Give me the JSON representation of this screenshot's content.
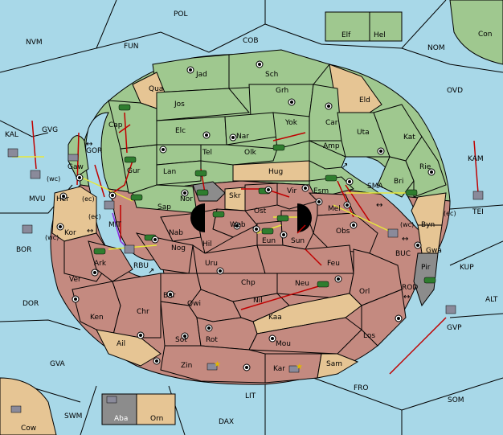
{
  "board": {
    "outer_sea_color": "#a8d8e8",
    "player_colors": {
      "green": "#9fc88f",
      "red": "#c48a80",
      "neutral": "#e6c594",
      "impassable": "#8c8c8c"
    },
    "labels": {
      "POL": "POL",
      "COB": "COB",
      "NVM": "NVM",
      "FUN": "FUN",
      "NOM": "NOM",
      "OVD": "OVD",
      "Con": "Con",
      "Elf": "Elf",
      "Hel": "Hel",
      "KAL": "KAL",
      "GVG": "GVG",
      "GOR": "GOR",
      "Gaw": "Gaw",
      "MVU": "MVU",
      "wc1": "(wc)",
      "ec1": "(ec)",
      "Her": "Her",
      "Kor": "Kor",
      "wc2": "(wc)",
      "BOR": "BOR",
      "MIT": "MIT",
      "ec2": "(ec)",
      "Ark": "Ark",
      "RBU": "RBU",
      "Ver": "Ver",
      "DOR": "DOR",
      "Ken": "Ken",
      "Chr": "Chr",
      "Ail": "Ail",
      "GVA": "GVA",
      "SWM": "SWM",
      "Aba": "Aba",
      "Orn": "Orn",
      "Cow": "Cow",
      "DAX": "DAX",
      "LIT": "LIT",
      "FRO": "FRO",
      "SOM": "SOM",
      "GVP": "GVP",
      "ALT": "ALT",
      "KUP": "KUP",
      "ROD": "ROD",
      "Pir": "Pir",
      "Gwa": "Gwa",
      "BUC": "BUC",
      "wc3": "(wc)",
      "ec3": "(ec)",
      "Byn": "Byn",
      "TEI": "TEI",
      "KAM": "KAM",
      "Rie": "Rie",
      "Bri": "Bri",
      "SMA": "SMA",
      "Esm": "Esm",
      "Mel": "Mel",
      "Obs": "Obs",
      "Kat": "Kat",
      "Uta": "Uta",
      "Eld": "Eld",
      "Car": "Car",
      "Amp": "Amp",
      "Yok": "Yok",
      "Grh": "Grh",
      "Sch": "Sch",
      "Jad": "Jad",
      "Qua": "Qua",
      "Jos": "Jos",
      "Elc": "Elc",
      "Nar": "Nar",
      "Olk": "Olk",
      "Tel": "Tel",
      "Cap": "Cap",
      "Gur": "Gur",
      "Lan": "Lan",
      "Hug": "Hug",
      "Sap": "Sap",
      "Nor": "Nor",
      "Skr": "Skr",
      "Ost": "Ost",
      "Vir": "Vir",
      "Web": "Web",
      "Eun": "Eun",
      "Sun": "Sun",
      "Nab": "Nab",
      "Nog": "Nog",
      "Hil": "Hil",
      "Uru": "Uru",
      "Feu": "Feu",
      "Chp": "Chp",
      "Neu": "Neu",
      "Orl": "Orl",
      "Nil": "Nil",
      "Bar": "Bar",
      "Qwi": "Qwi",
      "Kaa": "Kaa",
      "Los": "Los",
      "Sot": "Sot",
      "Rot": "Rot",
      "Mou": "Mou",
      "Zin": "Zin",
      "Kar": "Kar",
      "Sam": "Sam"
    }
  }
}
